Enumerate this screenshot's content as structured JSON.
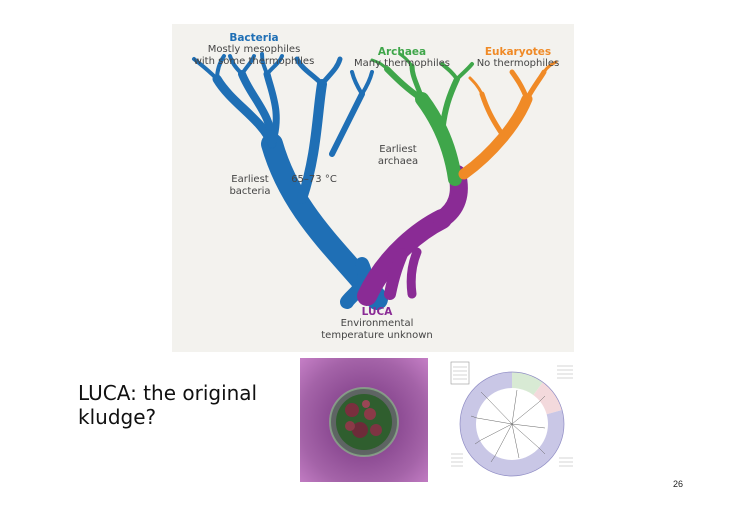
{
  "tree": {
    "bacteria": {
      "title": "Bacteria",
      "line1": "Mostly mesophiles",
      "line2": "with some thermophiles",
      "color": "#1f6fb5"
    },
    "archaea": {
      "title": "Archaea",
      "line1": "Many thermophiles",
      "color": "#3fa64a"
    },
    "eukaryotes": {
      "title": "Eukaryotes",
      "line1": "No thermophiles",
      "color": "#f08a26"
    },
    "earliest_bacteria": {
      "line1": "Earliest",
      "line2": "bacteria"
    },
    "temperature": "65–73 °C",
    "earliest_archaea": {
      "line1": "Earliest",
      "line2": "archaea"
    },
    "luca": {
      "title": "LUCA",
      "line1": "Environmental",
      "line2": "temperature unknown",
      "color": "#8a2b95"
    }
  },
  "caption": {
    "line1": "LUCA: the original",
    "line2": "kludge?"
  },
  "page_number": "26"
}
